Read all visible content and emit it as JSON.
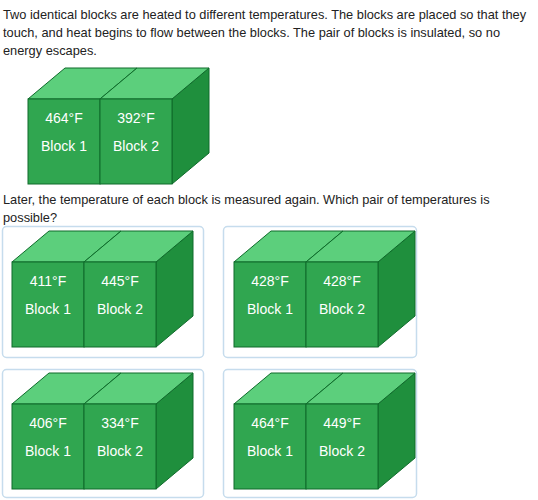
{
  "diagram": {
    "nodes": [
      {
        "text": [
          "464°F",
          "Block 1"
        ]
      },
      {
        "text": [
          "392°F",
          "Block 2"
        ]
      },
      {
        "text": [
          "411°F",
          "Block 1"
        ]
      },
      {
        "text": [
          "445°F",
          "Block 2"
        ]
      },
      {
        "text": [
          "428°F",
          "Block 1"
        ]
      },
      {
        "text": [
          "428°F",
          "Block 2"
        ]
      },
      {
        "text": [
          "406°F",
          "Block 1"
        ]
      },
      {
        "text": [
          "334°F",
          "Block 2"
        ]
      },
      {
        "text": [
          "464°F",
          "Block 1"
        ]
      },
      {
        "text": [
          "449°F",
          "Block 2"
        ]
      }
    ],
    "labels": [
      "Two identical blocks are heated to different temperatures. The blocks are placed so that they touch, and heat begins to flow between the blocks. The pair of blocks is insulated, so no energy escapes.",
      "Later, the temperature of each block is measured again. Which pair of temperatures is possible?"
    ]
  }
}
